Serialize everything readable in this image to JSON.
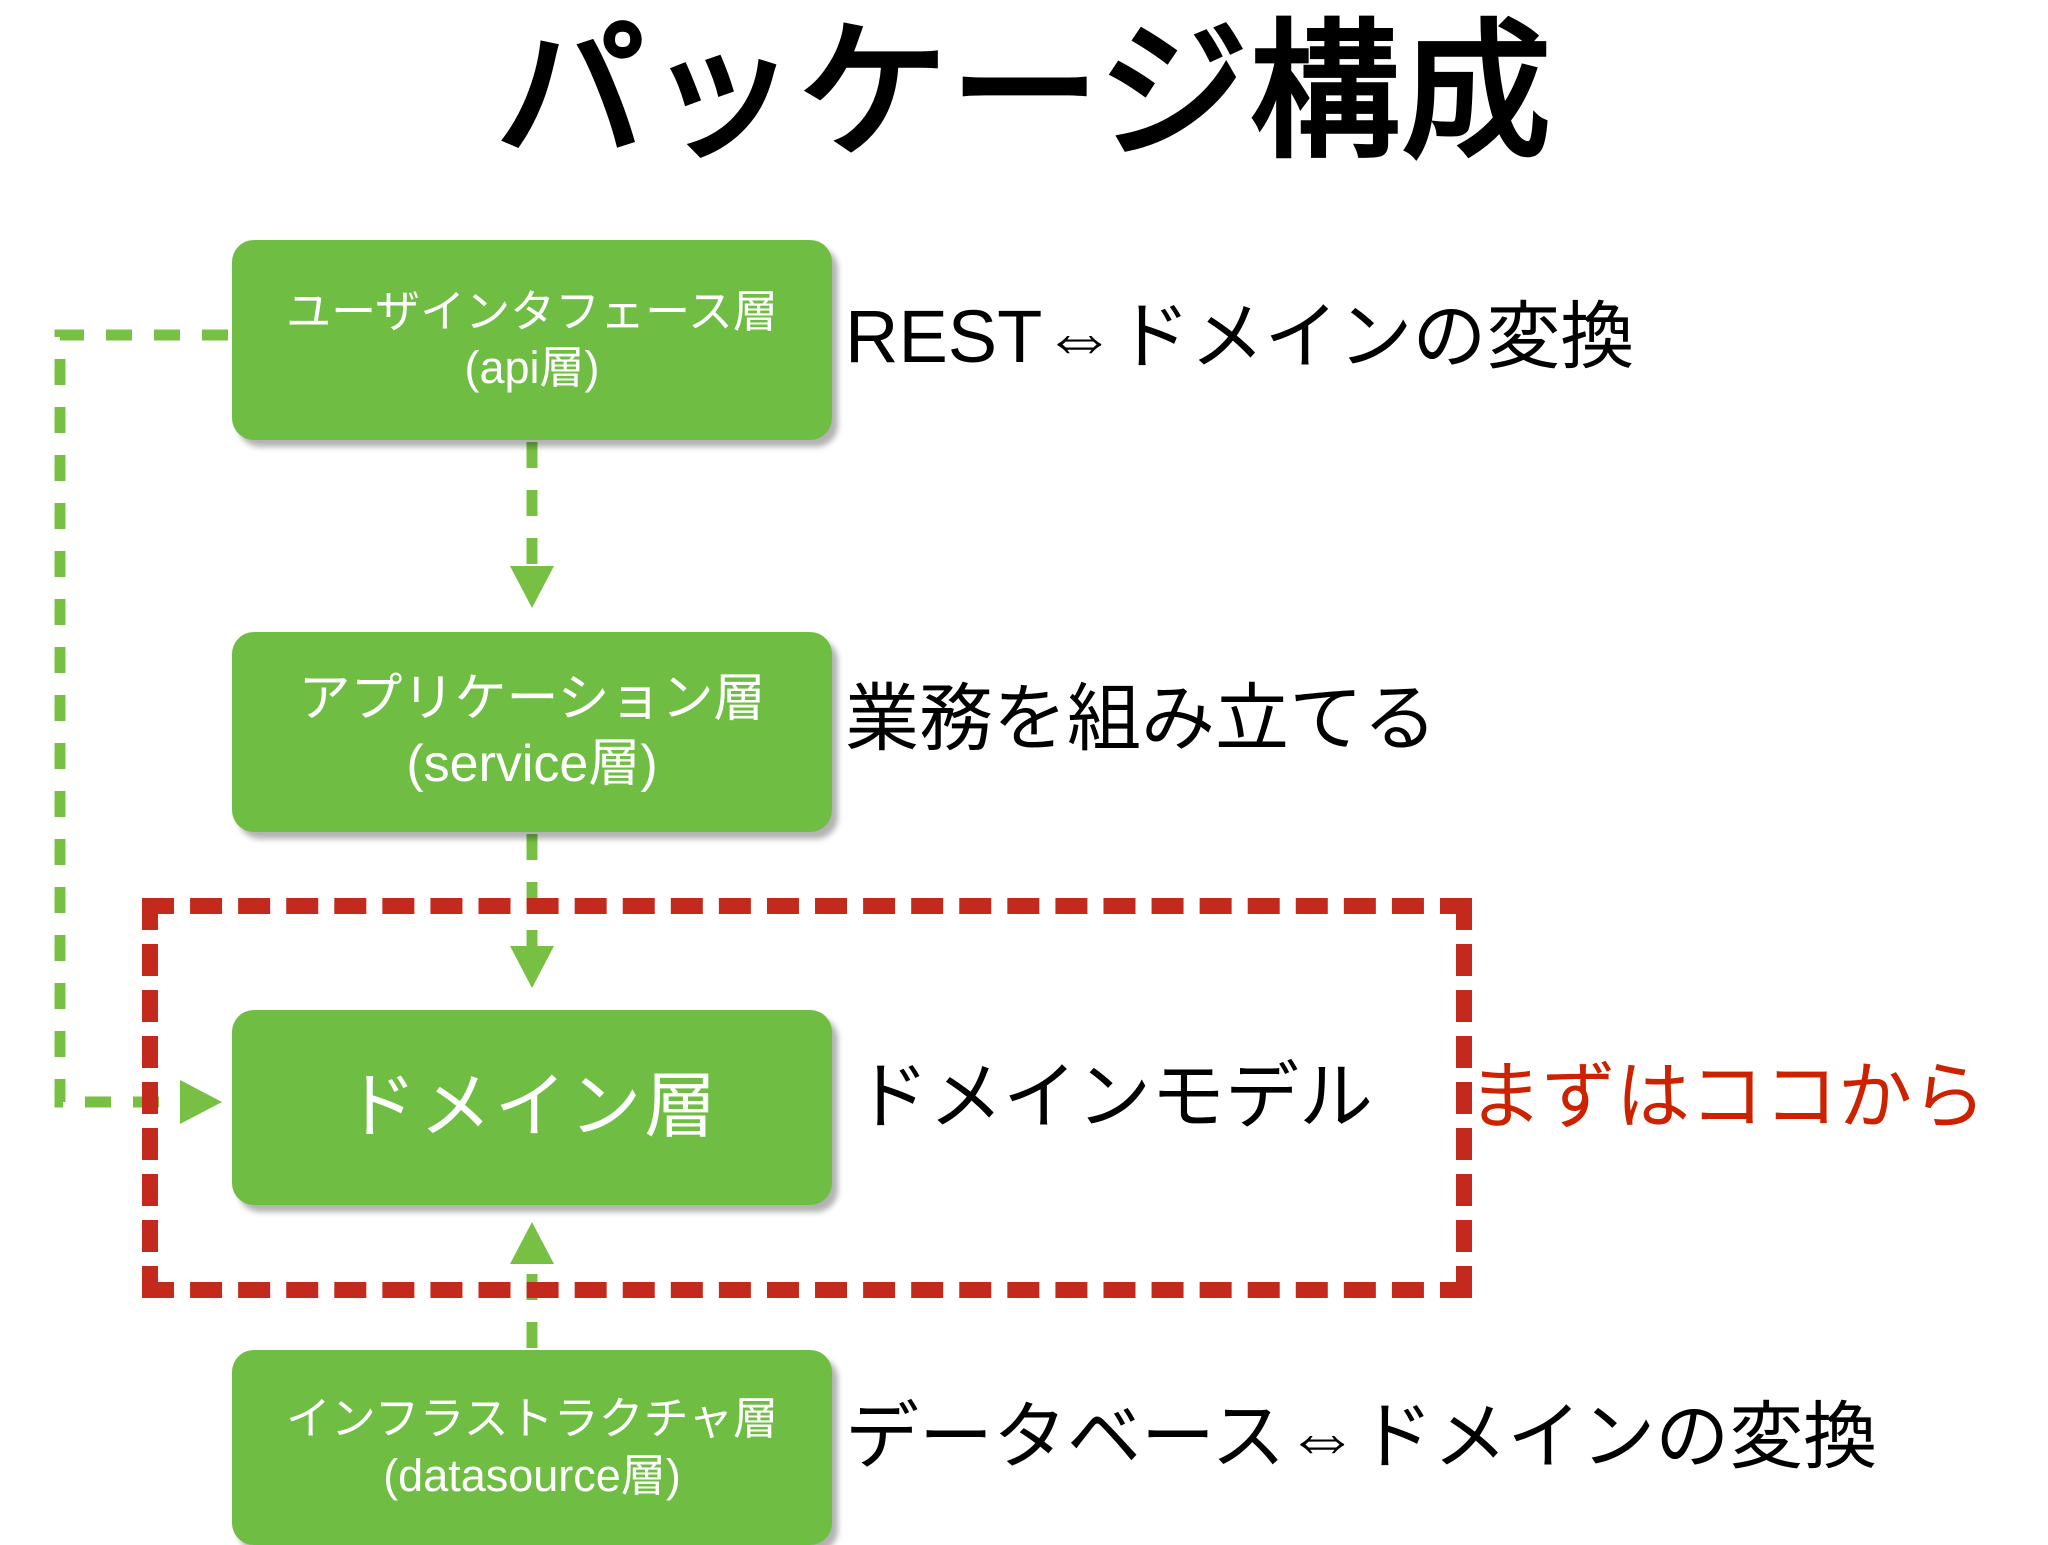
{
  "slide": {
    "title": "パッケージ構成",
    "background_color": "#ffffff"
  },
  "colors": {
    "box_green": "#6fbe43",
    "arrow_green": "#77c043",
    "highlight_red": "#c32a1d",
    "note_red": "#cc2200",
    "text_black": "#000000",
    "box_text_white": "#ffffff"
  },
  "layers": [
    {
      "id": "ui",
      "name_line1": "ユーザインタフェース層",
      "name_line2": "(api層)",
      "caption": "REST⇔ドメインの変換"
    },
    {
      "id": "application",
      "name_line1": "アプリケーション層",
      "name_line2": "(service層)",
      "caption": "業務を組み立てる"
    },
    {
      "id": "domain",
      "name_line1": "ドメイン層",
      "name_line2": "",
      "caption": "ドメインモデル"
    },
    {
      "id": "infrastructure",
      "name_line1": "インフラストラクチャ層",
      "name_line2": "(datasource層)",
      "caption": "データベース⇔ドメインの変換"
    }
  ],
  "annotations": {
    "red_note": "まずはココから"
  },
  "icons": {
    "arrow_ui_to_app": "arrow-down-icon",
    "arrow_app_to_domain": "arrow-down-icon",
    "arrow_infra_to_domain": "arrow-up-icon",
    "arrow_ui_to_domain": "arrow-right-icon"
  }
}
